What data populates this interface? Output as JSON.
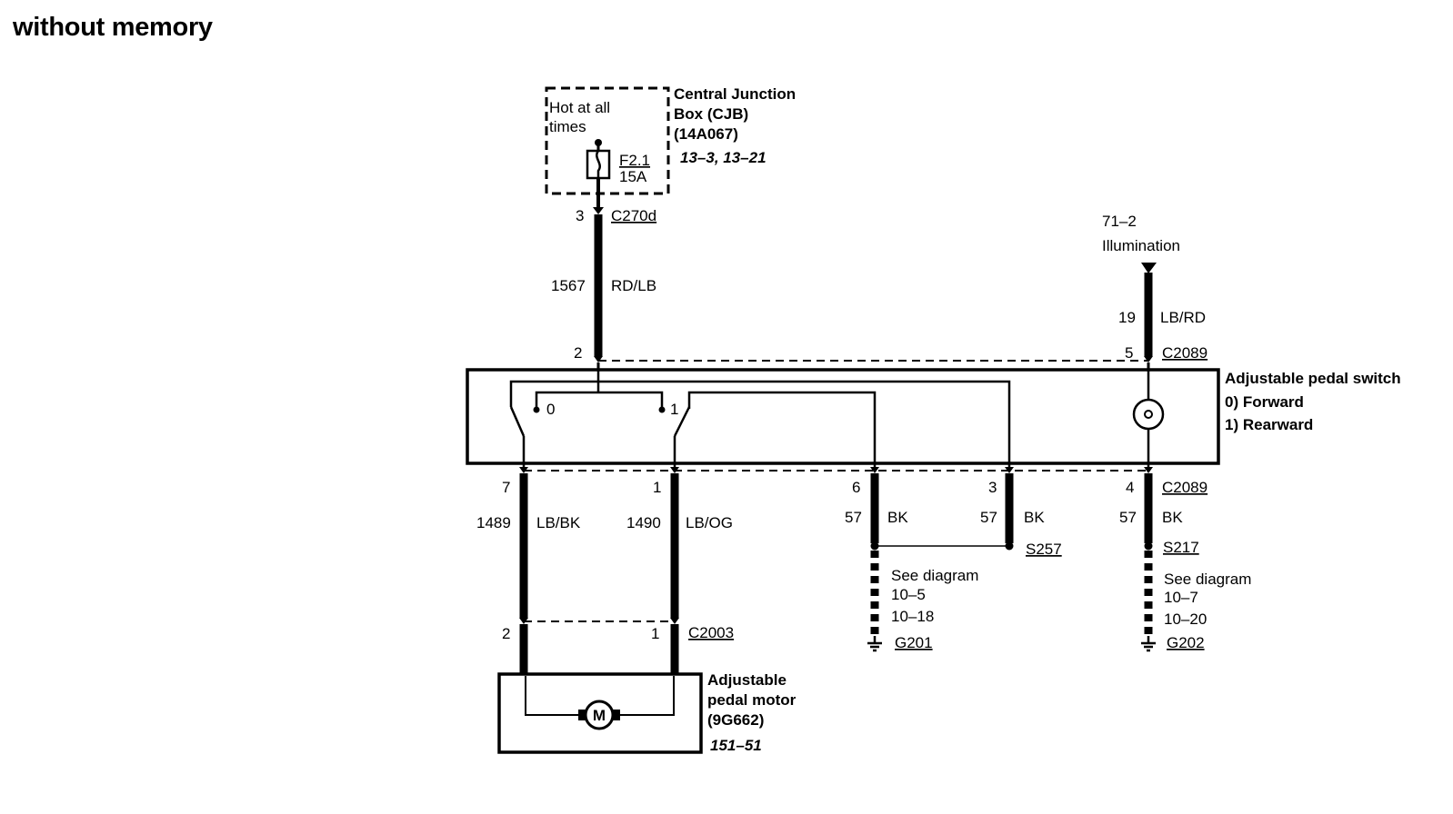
{
  "title": "without memory",
  "cjb": {
    "name": [
      "Central Junction",
      "Box (CJB)",
      "(14A067)"
    ],
    "ref": "13–3, 13–21",
    "hot_text": [
      "Hot at all",
      "times"
    ],
    "fuse": "F2.1",
    "fuse_rating": "15A",
    "pin": "3",
    "connector": "C270d",
    "circuit": "1567",
    "color": "RD/LB"
  },
  "illumination": {
    "ref": "71–2",
    "label": "Illumination",
    "circuit": "19",
    "color": "LB/RD"
  },
  "switch": {
    "name": "Adjustable pedal switch",
    "pos0": "0) Forward",
    "pos1": "1) Rearward",
    "top_pin_left": "2",
    "top_pin_right": "5",
    "top_connector": "C2089",
    "contact0": "0",
    "contact1": "1",
    "bottom_connector": "C2089"
  },
  "wires": [
    {
      "pin": "7",
      "circuit": "1489",
      "color": "LB/BK"
    },
    {
      "pin": "1",
      "circuit": "1490",
      "color": "LB/OG"
    },
    {
      "pin": "6",
      "circuit": "57",
      "color": "BK"
    },
    {
      "pin": "3",
      "circuit": "57",
      "color": "BK"
    },
    {
      "pin": "4",
      "circuit": "57",
      "color": "BK"
    }
  ],
  "splice_s257": "S257",
  "splice_s217": "S217",
  "ground_g201": {
    "see": "See diagram",
    "refs": [
      "10–5",
      "10–18"
    ],
    "ground": "G201"
  },
  "ground_g202": {
    "see": "See diagram",
    "refs": [
      "10–7",
      "10–20"
    ],
    "ground": "G202"
  },
  "motor": {
    "pin_left": "2",
    "pin_right": "1",
    "connector": "C2003",
    "name": [
      "Adjustable",
      "pedal motor",
      "(9G662)"
    ],
    "ref": "151–51",
    "symbol": "M"
  }
}
